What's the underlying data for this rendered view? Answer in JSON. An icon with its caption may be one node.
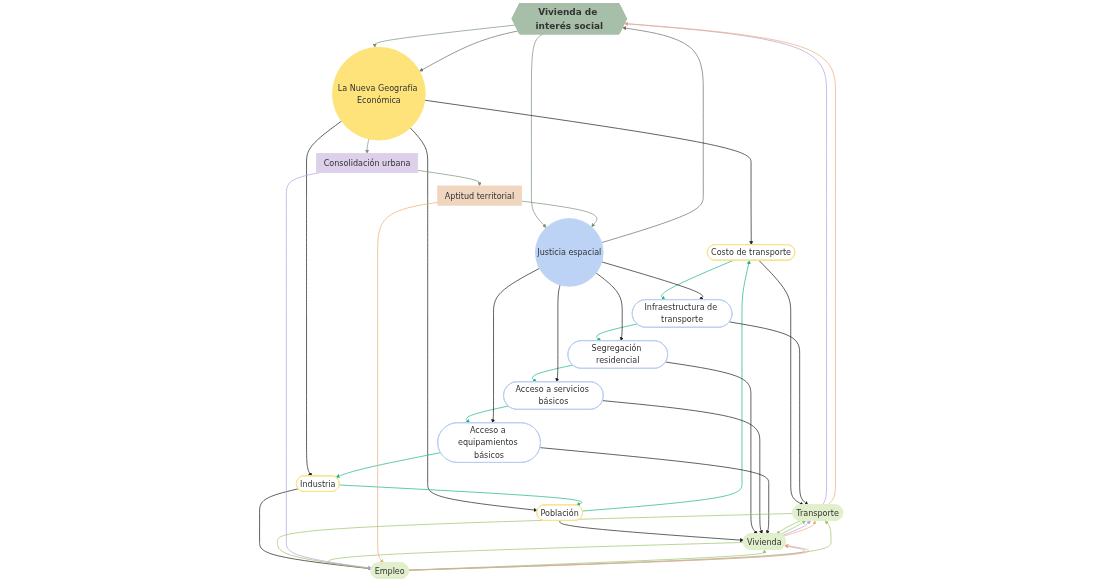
{
  "diagram": {
    "nodes": [
      {
        "text": [
          "Vivienda de interés social"
        ]
      },
      {
        "text": [
          "La Nueva Geografía Económica"
        ]
      },
      {
        "text": [
          "Costo de transporte"
        ]
      },
      {
        "text": [
          "Población"
        ]
      },
      {
        "text": [
          "Industria"
        ]
      },
      {
        "text": [
          "Transporte"
        ]
      },
      {
        "text": [
          "Vivienda"
        ]
      },
      {
        "text": [
          "Empleo"
        ]
      },
      {
        "text": [
          "Infraestructura de transporte"
        ]
      },
      {
        "text": [
          "Segregación residencial"
        ]
      },
      {
        "text": [
          "Acceso a servicios básicos"
        ]
      },
      {
        "text": [
          "Acceso a equipamientos básicos"
        ]
      },
      {
        "text": [
          "Justicia espacial"
        ]
      },
      {
        "text": [
          "Consolidación urbana"
        ]
      },
      {
        "text": [
          "Aptitud territorial"
        ]
      }
    ],
    "edges": [
      {
        "from": 0,
        "to": 1,
        "arrow": "to",
        "color": "#7a9479"
      },
      {
        "from": 0,
        "to": 1,
        "arrow": "to",
        "color": "#707070"
      },
      {
        "from": 0,
        "to": 12,
        "arrow": "to",
        "color": "#7a9479"
      },
      {
        "from": 12,
        "to": 0,
        "arrow": "to",
        "color": "#707070"
      },
      {
        "from": 1,
        "to": 2,
        "arrow": "to"
      },
      {
        "from": 1,
        "to": 3,
        "arrow": "to"
      },
      {
        "from": 1,
        "to": 4,
        "arrow": "to"
      },
      {
        "from": 4,
        "to": 3,
        "arrow": "to",
        "color": "#1fb58a"
      },
      {
        "from": 3,
        "to": 2,
        "arrow": "to",
        "color": "#1fb58a"
      },
      {
        "from": 2,
        "to": 5,
        "arrow": "to"
      },
      {
        "from": 3,
        "to": 6,
        "arrow": "to"
      },
      {
        "from": 4,
        "to": 7,
        "arrow": "to"
      },
      {
        "from": 2,
        "to": 8,
        "arrow": "to",
        "color": "#1fb58a"
      },
      {
        "from": 8,
        "to": 9,
        "arrow": "to",
        "color": "#1fb58a"
      },
      {
        "from": 9,
        "to": 10,
        "arrow": "to",
        "color": "#1fb58a"
      },
      {
        "from": 10,
        "to": 11,
        "arrow": "to",
        "color": "#1fb58a"
      },
      {
        "from": 11,
        "to": 4,
        "arrow": "to",
        "color": "#1fb58a"
      },
      {
        "from": 8,
        "to": 5,
        "arrow": "to"
      },
      {
        "from": 9,
        "to": 6,
        "arrow": "to"
      },
      {
        "from": 10,
        "to": 6,
        "arrow": "to"
      },
      {
        "from": 11,
        "to": 6,
        "arrow": "to"
      },
      {
        "from": 12,
        "to": 8,
        "arrow": "to"
      },
      {
        "from": 12,
        "to": 9,
        "arrow": "to"
      },
      {
        "from": 12,
        "to": 10,
        "arrow": "to"
      },
      {
        "from": 12,
        "to": 11,
        "arrow": "to"
      },
      {
        "from": 5,
        "to": 6,
        "arrow": "to",
        "color": "#9ec46e"
      },
      {
        "from": 6,
        "to": 5,
        "arrow": "to",
        "color": "#9ec46e"
      },
      {
        "from": 7,
        "to": 6,
        "arrow": "to",
        "color": "#9ec46e"
      },
      {
        "from": 6,
        "to": 7,
        "arrow": "to",
        "color": "#9ec46e"
      },
      {
        "from": 5,
        "to": 7,
        "arrow": "to",
        "color": "#9ec46e"
      },
      {
        "from": 7,
        "to": 5,
        "arrow": "to",
        "color": "#9ec46e"
      },
      {
        "from": 6,
        "to": 5,
        "arrow": "to",
        "color": "#b9a0dc"
      },
      {
        "from": 6,
        "to": 5,
        "arrow": "to",
        "color": "#ebad7c"
      },
      {
        "from": 7,
        "to": 6,
        "arrow": "to",
        "color": "#b9a0dc"
      },
      {
        "from": 7,
        "to": 6,
        "arrow": "to",
        "color": "#ebad7c"
      },
      {
        "from": 5,
        "to": 0,
        "arrow": "to",
        "color": "#b9a0dc"
      },
      {
        "from": 5,
        "to": 0,
        "arrow": "to",
        "color": "#ebad7c"
      },
      {
        "from": 13,
        "to": 7,
        "arrow": "to",
        "color": "#b9a0dc"
      },
      {
        "from": 14,
        "to": 7,
        "arrow": "to",
        "color": "#ebad7c"
      },
      {
        "from": 1,
        "to": 13,
        "arrow": "to",
        "color": "#7a9479"
      },
      {
        "from": 13,
        "to": 14,
        "arrow": "to",
        "color": "#7a9479"
      },
      {
        "from": 14,
        "to": 12,
        "arrow": "to",
        "color": "#7a9479"
      }
    ]
  }
}
